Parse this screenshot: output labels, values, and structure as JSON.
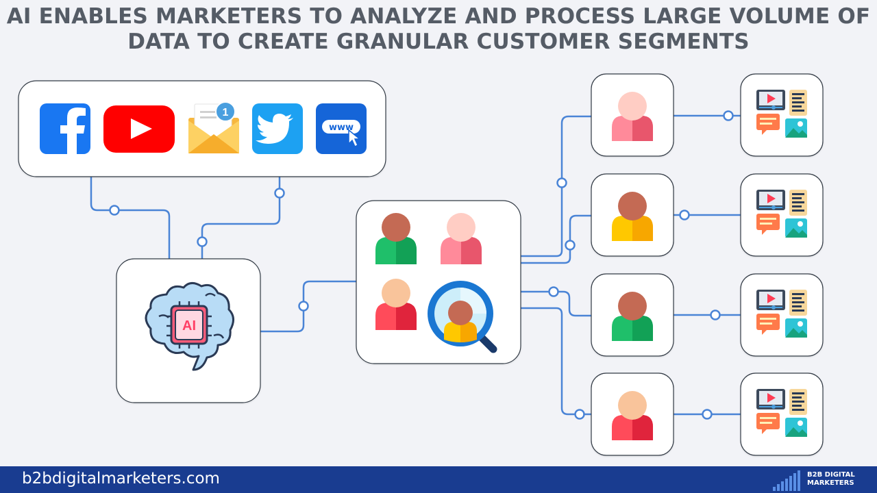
{
  "title": {
    "line1": "AI ENABLES MARKETERS TO ANALYZE AND PROCESS LARGE VOLUME OF",
    "line2": "DATA TO CREATE GRANULAR CUSTOMER SEGMENTS"
  },
  "sources": {
    "icons": [
      "facebook-icon",
      "youtube-icon",
      "email-icon",
      "twitter-icon",
      "web-icon"
    ],
    "email_badge": "1",
    "web_label": "www"
  },
  "ai_box": {
    "chip_label": "AI",
    "icon": "ai-brain-icon"
  },
  "customers_box": {
    "icon": "customer-group-icon",
    "search_icon": "magnifier-icon"
  },
  "segments": [
    {
      "person_color": "#ff8a9a",
      "person_dark": "#e8566c",
      "head": "#ffcdc4"
    },
    {
      "person_color": "#ffc800",
      "person_dark": "#f7a700",
      "head": "#c46a54"
    },
    {
      "person_color": "#1fbf6a",
      "person_dark": "#12a156",
      "head": "#c46a54"
    },
    {
      "person_color": "#ff4b5a",
      "person_dark": "#e0243c",
      "head": "#f9c49b"
    }
  ],
  "content_icon": "content-mix-icon",
  "colors": {
    "line": "#4a84d6",
    "footer": "#193c90",
    "title": "#555c66"
  },
  "footer": {
    "url": "b2bdigitalmarketers.com",
    "brand_line1": "B2B DIGITAL",
    "brand_line2": "MARKETERS"
  }
}
